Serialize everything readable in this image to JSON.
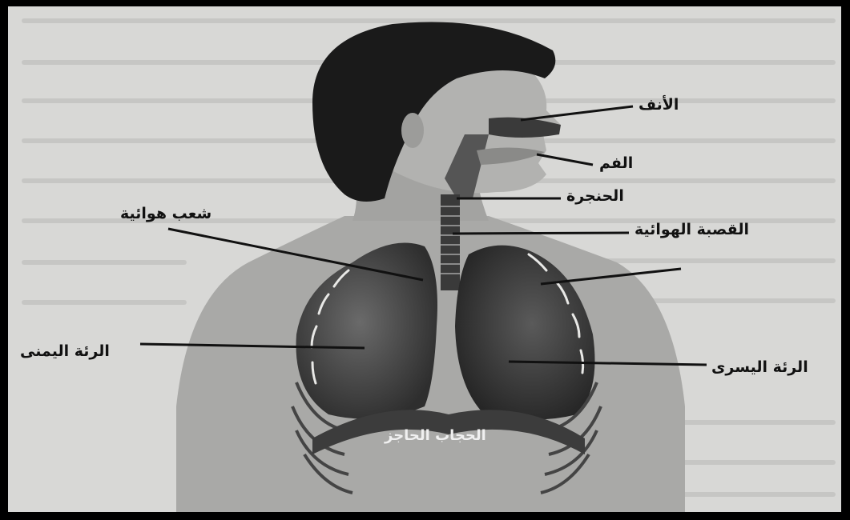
{
  "diagram": {
    "labels": {
      "nose": "الأنف",
      "mouth": "الفم",
      "larynx": "الحنجرة",
      "trachea": "القصبة الهوائية",
      "bronchi": "شعب هوائية",
      "right_lung": "الرئة اليمنى",
      "left_lung": "الرئة اليسرى",
      "diaphragm": "الحجاب الحاجز"
    }
  }
}
